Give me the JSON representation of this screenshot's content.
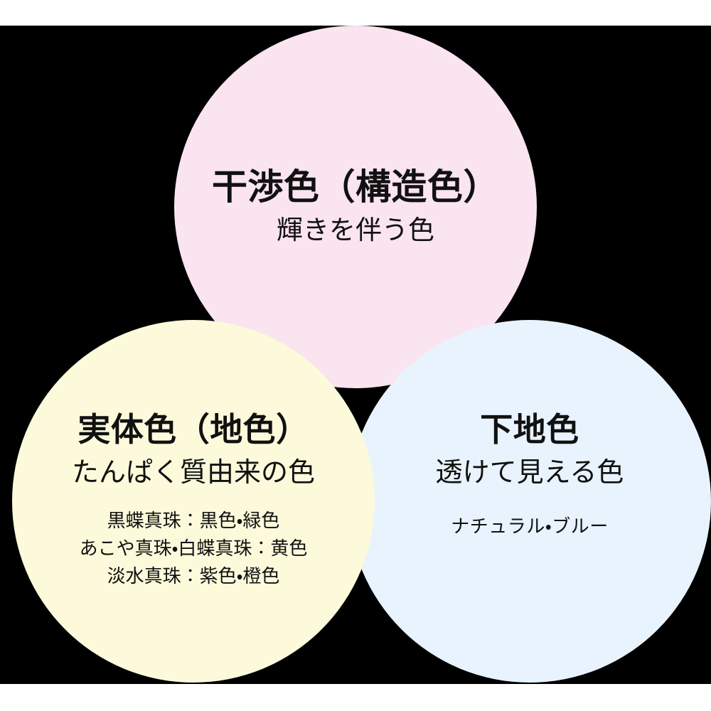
{
  "diagram": {
    "background_color": "#000000",
    "page_color": "#ffffff",
    "circles": [
      {
        "id": "interference",
        "color": "#f9e4ef",
        "title": "干渉色（構造色）",
        "subtitle": "輝きを伴う色",
        "details": []
      },
      {
        "id": "body",
        "color": "#fcfadb",
        "title": "実体色（地色）",
        "subtitle": "たんぱく質由来の色",
        "details": [
          "黒蝶真珠：黒色・緑色",
          "あこや真珠・白蝶真珠：黄色",
          "淡水真珠：紫色・橙色"
        ]
      },
      {
        "id": "underlay",
        "color": "#e8f3fd",
        "title": "下地色",
        "subtitle": "透けて見える色",
        "details": [
          "ナチュラル・ブルー"
        ]
      }
    ]
  }
}
